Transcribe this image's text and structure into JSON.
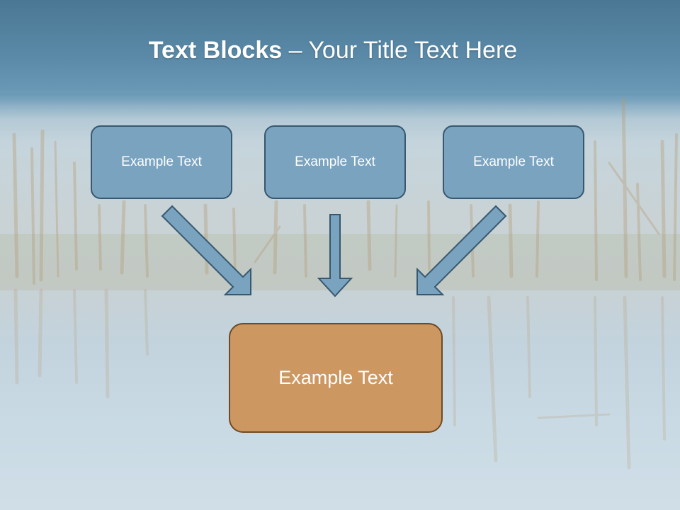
{
  "slide": {
    "title_bold": "Text Blocks",
    "title_dash": "–",
    "title_rest": "Your Title Text Here"
  },
  "blocks": {
    "top": [
      {
        "label": "Example Text"
      },
      {
        "label": "Example Text"
      },
      {
        "label": "Example Text"
      }
    ],
    "bottom": {
      "label": "Example Text"
    }
  },
  "colors": {
    "top_fill": "#7aa3c0",
    "top_border": "#37586f",
    "bottom_fill": "#cd9762",
    "bottom_border": "#6f4a23",
    "arrow_fill": "#7aa3c0",
    "arrow_border": "#37586f",
    "title_band": "#5a8aa8"
  }
}
